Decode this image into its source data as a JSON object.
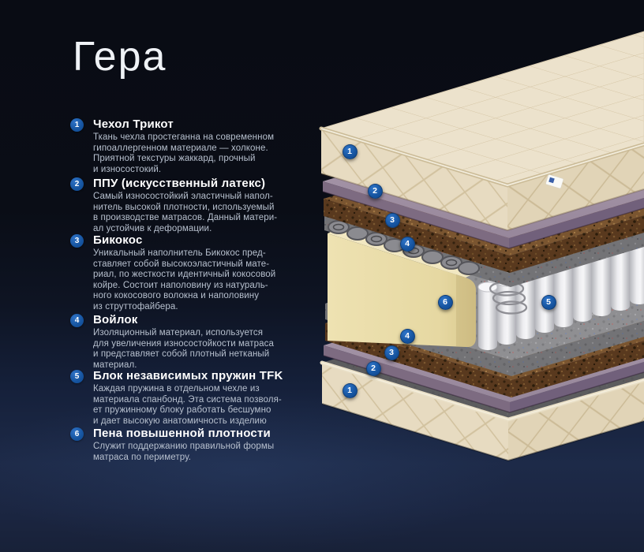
{
  "header": {
    "title": "Гера"
  },
  "legend": {
    "items": [
      {
        "num": "1",
        "heading": "Чехол Трикот",
        "body": "Ткань чехла простеганна на современном\nгипоаллергенном материале — холконе.\nПриятной текстуры жаккард, прочный\nи износостокий."
      },
      {
        "num": "2",
        "heading": "ППУ (искусственный латекс)",
        "body": "Самый износостойкий эластичный напол-\nнитель высокой плотности, используемый\nв производстве матрасов. Данный матери-\nал устойчив к деформации."
      },
      {
        "num": "3",
        "heading": "Бикокос",
        "body": "Уникальный наполнитель Бикокос пред-\nставляет собой высокоэластичный мате-\nриал, по жесткости идентичный кокосовой\nкойре. Состоит наполовину из натураль-\nного кокосового волокна и наполовину\nиз струттофайбера."
      },
      {
        "num": "4",
        "heading": "Войлок",
        "body": "Изоляционный материал, используется\nдля увеличения износостойкости матраса\nи представляет собой плотный нетканый\nматериал."
      },
      {
        "num": "5",
        "heading": "Блок независимых пружин TFK",
        "body": "Каждая пружина в отдельном чехле из\nматериала спанбонд. Эта система позволя-\nет пружинному блоку работать бесшумно\nи дает высокую анатомичность изделию"
      },
      {
        "num": "6",
        "heading": "Пена повышенной плотности",
        "body": "Служит поддержанию правильной формы\nматраса по периметру."
      }
    ]
  },
  "diagram": {
    "markers": [
      "1",
      "2",
      "3",
      "4",
      "6",
      "5",
      "4",
      "3",
      "2",
      "1"
    ],
    "layers": [
      "quilted-cover",
      "ppu-latex-layer",
      "bicocos-layer",
      "felt-layer",
      "pocket-spring-block",
      "perimeter-foam"
    ],
    "colors": {
      "accent_blue": "#16549f",
      "background_top": "#090c14",
      "background_bottom": "#1d2a48",
      "cover_fabric": "#e9dfc8",
      "ppu_layer": "#a897aa",
      "bicocos_layer": "#7a5530",
      "felt_layer": "#909092",
      "springs": "#f2f2f4",
      "foam_box": "#e8dcab"
    }
  }
}
